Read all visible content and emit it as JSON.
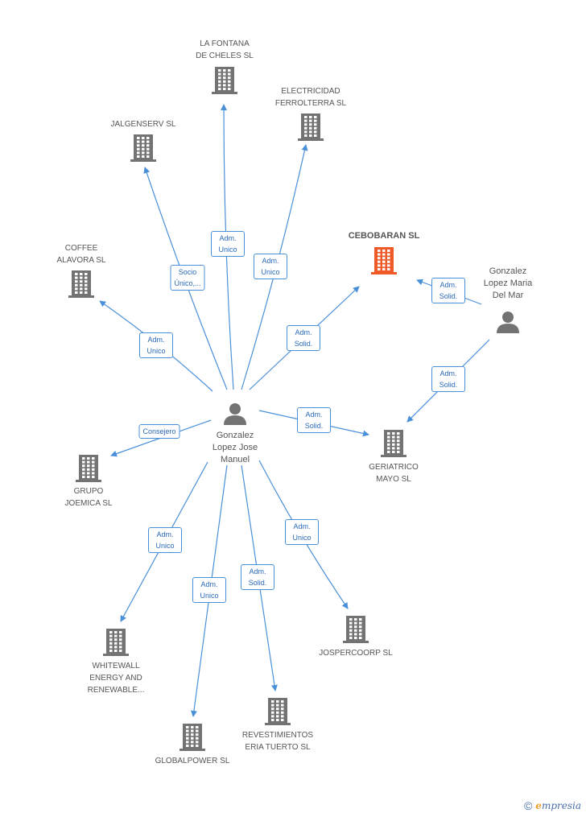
{
  "colors": {
    "edge": "#4a90d9",
    "building": "#737373",
    "building_highlight": "#f05a28",
    "person": "#737373"
  },
  "nodes": [
    {
      "id": "center",
      "kind": "person",
      "label": "Gonzalez\nLopez Jose\nManuel"
    },
    {
      "id": "mar",
      "kind": "person",
      "label": "Gonzalez\nLopez Maria\nDel Mar"
    },
    {
      "id": "cebobaran",
      "kind": "company",
      "highlight": true,
      "label": "CEBOBARAN SL"
    },
    {
      "id": "fontana",
      "kind": "company",
      "label": "LA FONTANA\nDE CHELES SL"
    },
    {
      "id": "electricidad",
      "kind": "company",
      "label": "ELECTRICIDAD\nFERROLTERRA SL"
    },
    {
      "id": "jalgenserv",
      "kind": "company",
      "label": "JALGENSERV SL"
    },
    {
      "id": "coffee",
      "kind": "company",
      "label": "COFFEE\nALAVORA SL"
    },
    {
      "id": "grupo",
      "kind": "company",
      "label": "GRUPO\nJOEMICA SL"
    },
    {
      "id": "geriatrico",
      "kind": "company",
      "label": "GERIATRICO\nMAYO SL"
    },
    {
      "id": "whitewall",
      "kind": "company",
      "label": "WHITEWALL\nENERGY AND\nRENEWABLE..."
    },
    {
      "id": "globalpower",
      "kind": "company",
      "label": "GLOBALPOWER SL"
    },
    {
      "id": "revestimientos",
      "kind": "company",
      "label": "REVESTIMIENTOS\nERIA TUERTO SL"
    },
    {
      "id": "jospercoorp",
      "kind": "company",
      "label": "JOSPERCOORP SL"
    }
  ],
  "edges": [
    {
      "from": "center",
      "to": "fontana",
      "label": "Adm.\nUnico"
    },
    {
      "from": "center",
      "to": "electricidad",
      "label": "Adm.\nUnico"
    },
    {
      "from": "center",
      "to": "jalgenserv",
      "label": "Socio\nÚnico,..."
    },
    {
      "from": "center",
      "to": "coffee",
      "label": "Adm.\nUnico"
    },
    {
      "from": "center",
      "to": "cebobaran",
      "label": "Adm.\nSolid."
    },
    {
      "from": "center",
      "to": "grupo",
      "label": "Consejero"
    },
    {
      "from": "center",
      "to": "geriatrico",
      "label": "Adm.\nSolid."
    },
    {
      "from": "center",
      "to": "whitewall",
      "label": "Adm.\nUnico"
    },
    {
      "from": "center",
      "to": "globalpower",
      "label": "Adm.\nUnico"
    },
    {
      "from": "center",
      "to": "revestimientos",
      "label": "Adm.\nSolid."
    },
    {
      "from": "center",
      "to": "jospercoorp",
      "label": "Adm.\nUnico"
    },
    {
      "from": "mar",
      "to": "cebobaran",
      "label": "Adm.\nSolid."
    },
    {
      "from": "mar",
      "to": "geriatrico",
      "label": "Adm.\nSolid."
    }
  ],
  "footer": {
    "copyright": "©",
    "brand_initial": "e",
    "brand_rest": "mpresia"
  }
}
